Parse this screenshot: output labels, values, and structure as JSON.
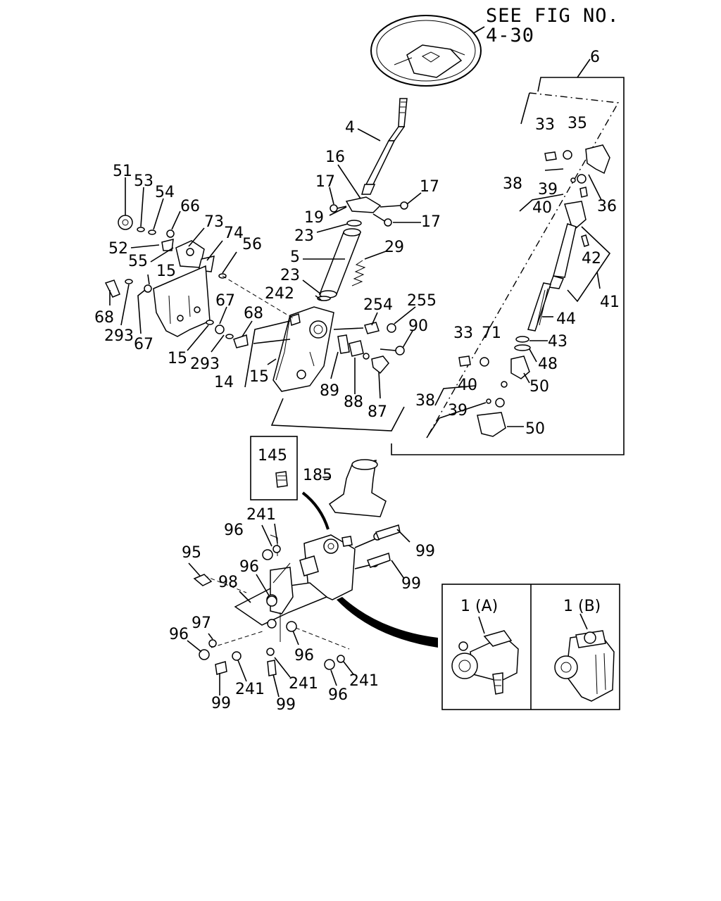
{
  "header": {
    "line1": "SEE FIG NO.",
    "line2": "4-30"
  },
  "labels": {
    "l6": "6",
    "l4": "4",
    "l16": "16",
    "l17a": "17",
    "l17b": "17",
    "l17c": "17",
    "l19": "19",
    "l23a": "23",
    "l5": "5",
    "l29": "29",
    "l23b": "23",
    "l242": "242",
    "l254": "254",
    "l255": "255",
    "l90": "90",
    "l68a": "68",
    "l14": "14",
    "l15c": "15",
    "l89": "89",
    "l88": "88",
    "l87": "87",
    "l51": "51",
    "l53": "53",
    "l54": "54",
    "l66": "66",
    "l73": "73",
    "l74": "74",
    "l56": "56",
    "l52": "52",
    "l55": "55",
    "l15a": "15",
    "l68b": "68",
    "l293a": "293",
    "l67a": "67",
    "l67b": "67",
    "l15b": "15",
    "l293b": "293",
    "l33a": "33",
    "l35": "35",
    "l38a": "38",
    "l39a": "39",
    "l40a": "40",
    "l36": "36",
    "l42": "42",
    "l41": "41",
    "l44": "44",
    "l33b": "33",
    "l71": "71",
    "l43": "43",
    "l48": "48",
    "l50a": "50",
    "l40b": "40",
    "l38b": "38",
    "l39b": "39",
    "l50b": "50",
    "l145": "145",
    "l185": "185",
    "l241a": "241",
    "l96a": "96",
    "l99a": "99",
    "l95": "95",
    "l96b": "96",
    "l98": "98",
    "l99b": "99",
    "l97": "97",
    "l96c": "96",
    "l96d": "96",
    "l99c": "99",
    "l241b": "241",
    "l241c": "241",
    "l99d": "99",
    "l96e": "96",
    "l241d": "241",
    "l1a": "1 (A)",
    "l1b": "1 (B)"
  }
}
